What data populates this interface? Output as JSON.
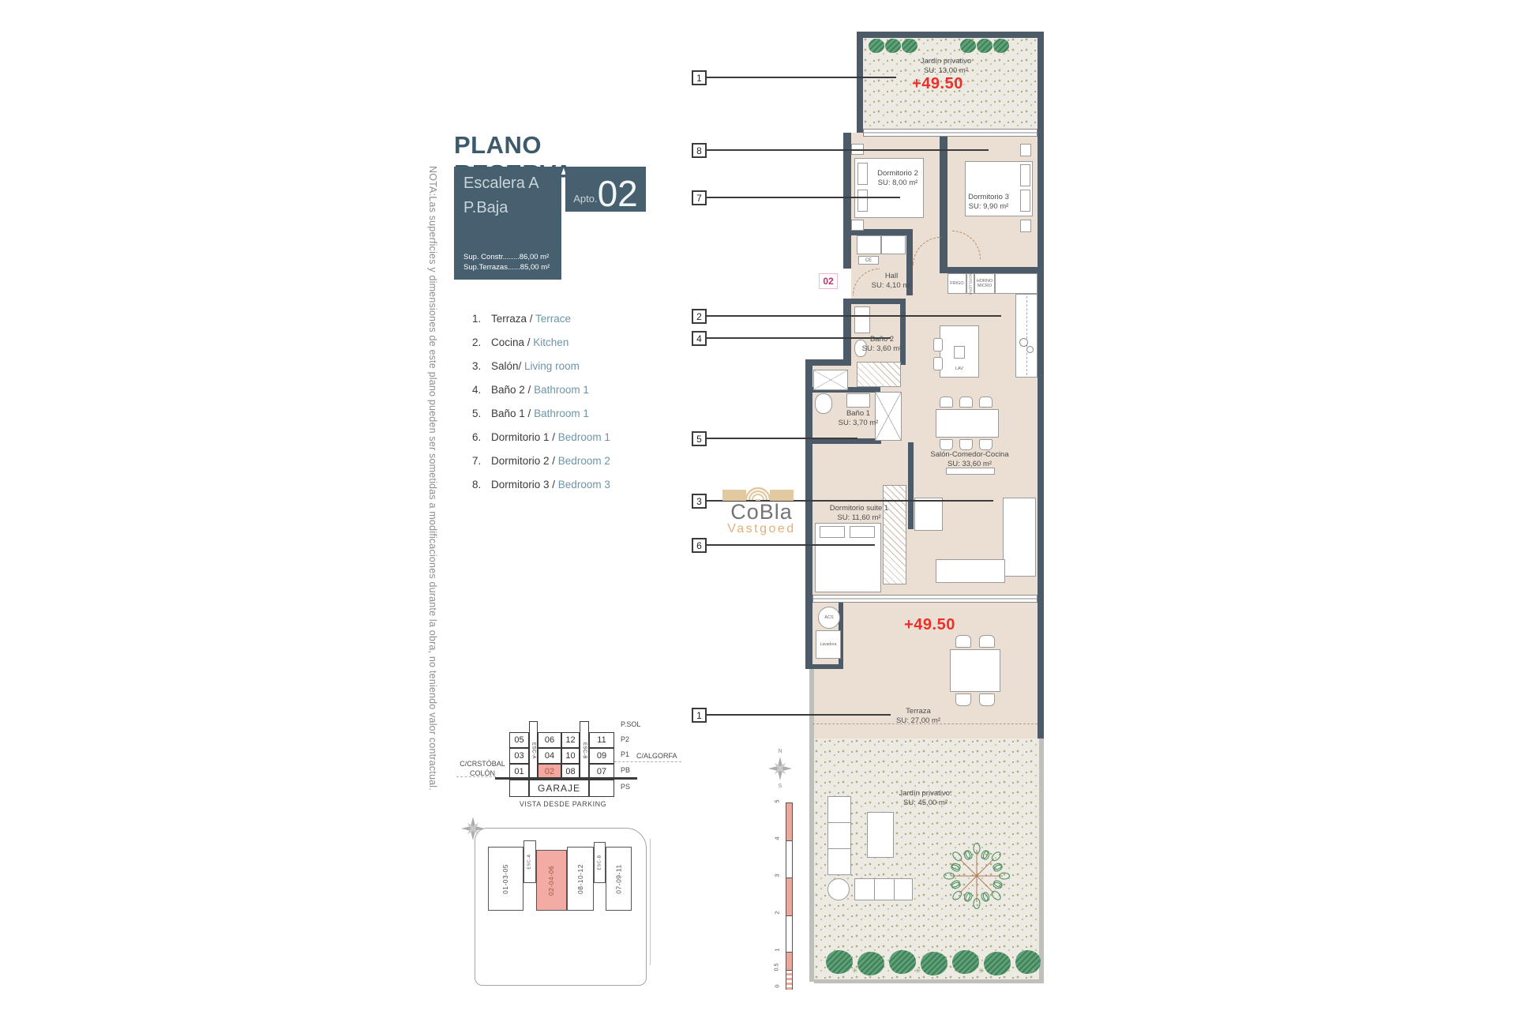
{
  "title": "PLANO RESERVA",
  "note_vertical": "NOTA:Las superficies y dimensiones de este plano pueden ser sometidas a modificaciones durante la obra, no teniendo valor contractual.",
  "title_block": {
    "escalera": "Escalera A",
    "planta": "P.Baja",
    "sup_constr": "Sup. Constr........86,00 m²",
    "sup_terrazas": "Sup.Terrazas......85,00 m²",
    "apto_label": "Apto.",
    "apto_number": "02"
  },
  "legend": {
    "items": [
      {
        "num": "1.",
        "es": "Terraza /",
        "en": "Terrace"
      },
      {
        "num": "2.",
        "es": "Cocina /",
        "en": "Kitchen"
      },
      {
        "num": "3.",
        "es": "Salón/",
        "en": "Living room"
      },
      {
        "num": "4.",
        "es": "Baño 2 /",
        "en": "Bathroom 1"
      },
      {
        "num": "5.",
        "es": "Baño 1 /",
        "en": "Bathroom 1"
      },
      {
        "num": "6.",
        "es": "Dormitorio 1 /",
        "en": "Bedroom 1"
      },
      {
        "num": "7.",
        "es": "Dormitorio 2 /",
        "en": "Bedroom 2"
      },
      {
        "num": "8.",
        "es": "Dormitorio 3 /",
        "en": "Bedroom 3"
      }
    ]
  },
  "logo": {
    "name": "CoBla",
    "sub": "Vastgoed"
  },
  "plan": {
    "badge": "02",
    "levels": {
      "garden_top": "+49.50",
      "terrace": "+49.50"
    },
    "rooms": {
      "jardin_top": {
        "name": "Jardín privativo",
        "area": "SU: 13,00 m²"
      },
      "dormitorio2": {
        "name": "Dormitorio 2",
        "area": "SU: 8,00 m²"
      },
      "dormitorio3": {
        "name": "Dormitorio 3",
        "area": "SU: 9,90 m²"
      },
      "hall": {
        "name": "Hall",
        "area": "SU: 4,10 m²"
      },
      "bano2": {
        "name": "Baño 2",
        "area": "SU: 3,60 m²"
      },
      "bano1": {
        "name": "Baño 1",
        "area": "SU: 3,70 m²"
      },
      "salon": {
        "name": "Salón-Comedor-Cocina",
        "area": "SU: 33,60 m²"
      },
      "suite": {
        "name": "Dormitorio suite 1",
        "area": "SU: 11,60 m²"
      },
      "terraza": {
        "name": "Terraza",
        "area": "SU: 27,00 m²"
      },
      "jardin_bottom": {
        "name": "Jardín privativo:",
        "area": "SU: 45,00 m²"
      }
    },
    "labels": {
      "frigo": "FRIGO",
      "botellero": "BOTELLERO",
      "horno_micro": "HORNO MICRO",
      "lav": "LAV",
      "acs": "ACS",
      "lavadora": "Lavadora",
      "ce": "CE"
    },
    "callouts": [
      {
        "n": "1"
      },
      {
        "n": "8"
      },
      {
        "n": "7"
      },
      {
        "n": "2"
      },
      {
        "n": "4"
      },
      {
        "n": "5"
      },
      {
        "n": "3"
      },
      {
        "n": "6"
      },
      {
        "n": "1"
      }
    ]
  },
  "garage": {
    "floors": [
      "P.SOL",
      "P2",
      "P1",
      "PB",
      "PS"
    ],
    "esc_left": "ESC-A",
    "esc_right": "ESC-B",
    "rows": [
      [
        "05",
        "06",
        "12",
        "11"
      ],
      [
        "03",
        "04",
        "10",
        "09"
      ],
      [
        "01",
        "02",
        "08",
        "07"
      ]
    ],
    "garaje": "GARAJE",
    "highlighted_unit": "02",
    "street_left_1": "C/CRSTÓBAL",
    "street_left_2": "COLÓN",
    "street_right": "C/ALGORFA",
    "caption": "VISTA DESDE PARKING"
  },
  "siteplan": {
    "blocks": [
      {
        "label": "01-03-05"
      },
      {
        "label": "ESC-A"
      },
      {
        "label": "02-04-06"
      },
      {
        "label": "08-10-12"
      },
      {
        "label": "ESC-B"
      },
      {
        "label": "07-09-11"
      }
    ],
    "highlighted": "02-04-06"
  },
  "compass": {
    "north": "N",
    "south": "S"
  },
  "scalebar": {
    "ticks": [
      "5",
      "4",
      "3",
      "2",
      "1",
      "0.5",
      "0"
    ]
  },
  "colors": {
    "accent_dark": "#46606F",
    "wall": "#4D5B69",
    "red_level": "#E8312A",
    "badge_pink": "#C2326E",
    "highlight_salmon": "#F2A89E",
    "beige_floor": "#EBDFD3",
    "teal_text": "#6E95A6",
    "logo_tan": "#E3C9A0"
  }
}
